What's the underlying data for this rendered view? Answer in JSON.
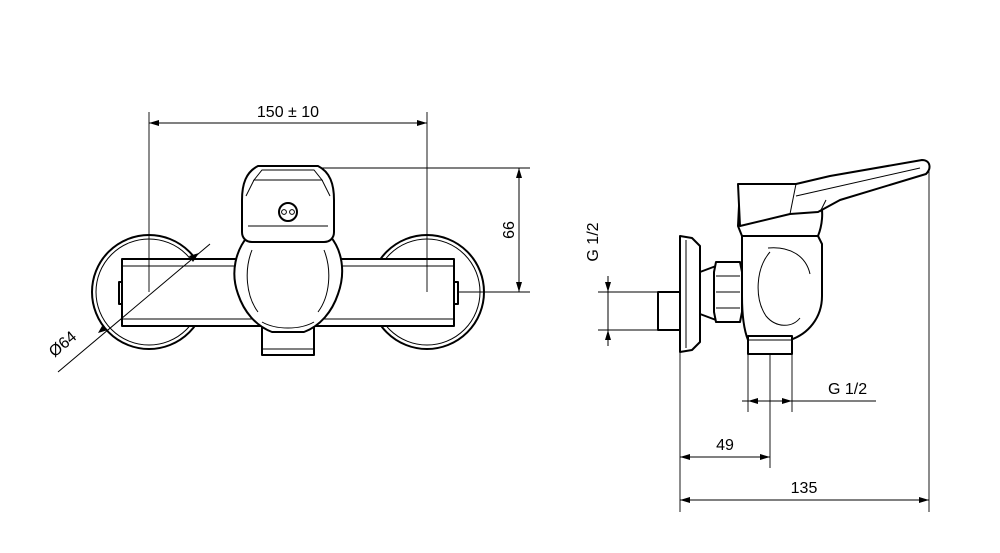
{
  "dimensions": {
    "width_total": "150 ± 10",
    "height_body": "66",
    "flange_diameter": "Ø64",
    "inlet_thread": "G 1/2",
    "outlet_thread": "G 1/2",
    "wall_to_outlet": "49",
    "total_depth": "135"
  }
}
